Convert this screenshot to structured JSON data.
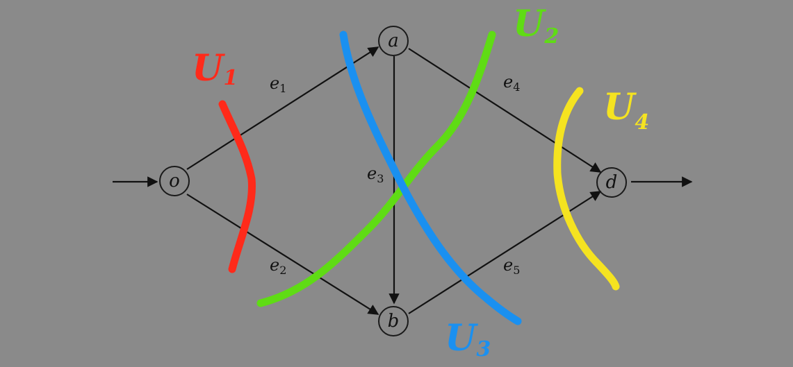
{
  "colors": {
    "background": "#8a8a8a",
    "ink": "#111111",
    "cut_u1": "#ff2a1a",
    "cut_u2": "#5fdc14",
    "cut_u3": "#1a90f0",
    "cut_u4": "#f5e320"
  },
  "nodes": {
    "o": "o",
    "a": "a",
    "b": "b",
    "d": "d"
  },
  "edges": {
    "e1": "e",
    "e1_sub": "1",
    "e2": "e",
    "e2_sub": "2",
    "e3": "e",
    "e3_sub": "3",
    "e4": "e",
    "e4_sub": "4",
    "e5": "e",
    "e5_sub": "5"
  },
  "cuts": {
    "u1": "U",
    "u1_sub": "1",
    "u2": "U",
    "u2_sub": "2",
    "u3": "U",
    "u3_sub": "3",
    "u4": "U",
    "u4_sub": "4"
  }
}
